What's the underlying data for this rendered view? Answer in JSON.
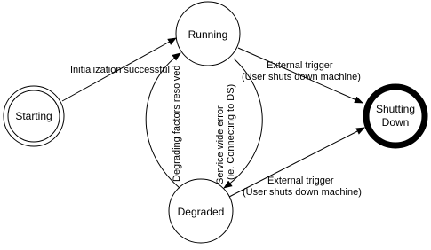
{
  "diagram": {
    "states": {
      "starting": "Starting",
      "running": "Running",
      "degraded": "Degraded",
      "shutting_down_line1": "Shutting",
      "shutting_down_line2": "Down"
    },
    "transitions": {
      "init_success": "Initialization successful",
      "external_trigger_top_line1": "External trigger",
      "external_trigger_top_line2": "(User shuts down machine)",
      "external_trigger_bottom_line1": "External trigger",
      "external_trigger_bottom_line2": "(User shuts down machine)",
      "degrading_resolved": "Degrading factors resolved",
      "service_error_line1": "Service wide error",
      "service_error_line2": "(ie. Connecting to DS)"
    }
  }
}
